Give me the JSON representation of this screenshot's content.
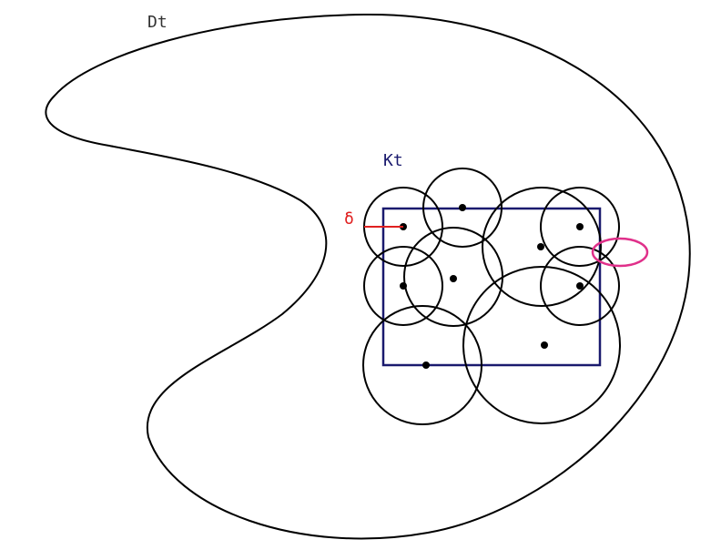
{
  "labels": {
    "outer_domain": "Dt",
    "compact_set": "Kt",
    "delta": "δ"
  },
  "colors": {
    "outline": "#000000",
    "compact_set": "#1a1a6e",
    "delta_marker": "#e02020",
    "highlight": "#e0308a"
  }
}
